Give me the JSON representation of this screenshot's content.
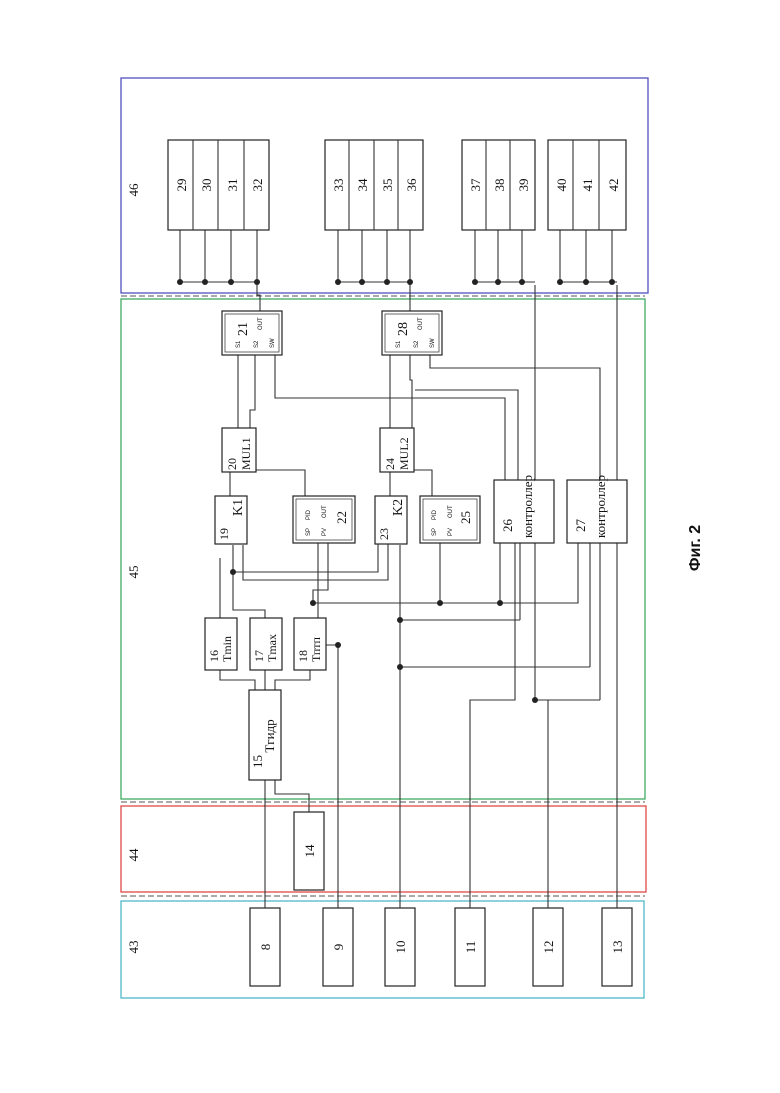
{
  "figure": {
    "caption": "Фиг. 2"
  },
  "zones": [
    {
      "id": "43",
      "label": "43",
      "color": "#4fb8c8"
    },
    {
      "id": "44",
      "label": "44",
      "color": "#e04848"
    },
    {
      "id": "45",
      "label": "45",
      "color": "#3faa60"
    },
    {
      "id": "46",
      "label": "46",
      "color": "#5050c0"
    }
  ],
  "sensors": [
    "8",
    "9",
    "10",
    "11",
    "12",
    "13"
  ],
  "block_14": "14",
  "block_15": {
    "num": "15",
    "name": "Тгидр"
  },
  "block_16": {
    "num": "16",
    "name": "Tmin"
  },
  "block_17": {
    "num": "17",
    "name": "Tmax"
  },
  "block_18": {
    "num": "18",
    "name": "Тптп"
  },
  "block_19": {
    "num": "19",
    "name": "K1"
  },
  "block_23": {
    "num": "23",
    "name": "K2"
  },
  "block_20": {
    "num": "20",
    "name": "MUL1"
  },
  "block_24": {
    "num": "24",
    "name": "MUL2"
  },
  "pid_22": {
    "num": "22",
    "pid": "PID",
    "out": "OUT",
    "sp": "SP",
    "pv": "PV"
  },
  "pid_25": {
    "num": "25",
    "pid": "PID",
    "out": "OUT",
    "sp": "SP",
    "pv": "PV"
  },
  "sw_21": {
    "num": "21",
    "s1": "S1",
    "s2": "S2",
    "sw": "SW",
    "out": "OUT"
  },
  "sw_28": {
    "num": "28",
    "s1": "S1",
    "s2": "S2",
    "sw": "SW",
    "out": "OUT"
  },
  "ctrl_26": {
    "num": "26",
    "name": "контроллер"
  },
  "ctrl_27": {
    "num": "27",
    "name": "контроллер"
  },
  "actuator_groups": [
    [
      "29",
      "30",
      "31",
      "32"
    ],
    [
      "33",
      "34",
      "35",
      "36"
    ],
    [
      "37",
      "38",
      "39"
    ],
    [
      "40",
      "41",
      "42"
    ]
  ]
}
